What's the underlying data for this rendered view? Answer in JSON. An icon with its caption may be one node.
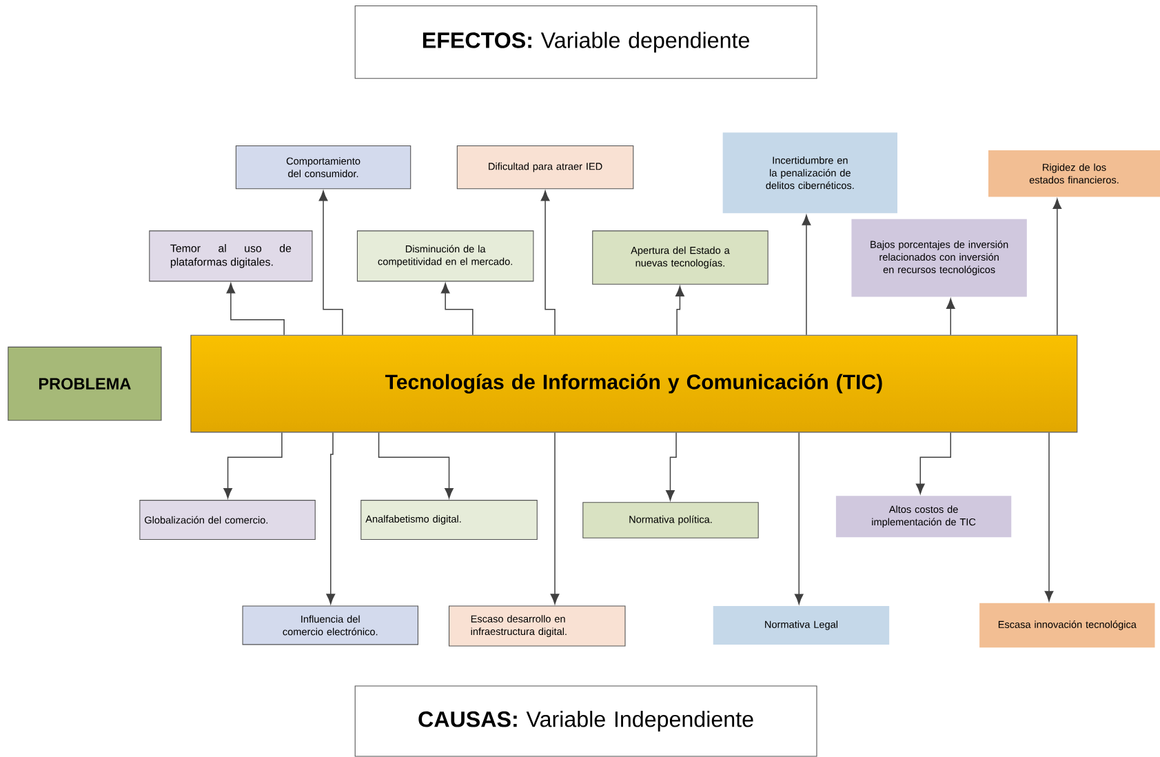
{
  "diagram": {
    "nodes": [
      {
        "text": [
          "**EFECTOS:** Variable dependiente"
        ]
      },
      {
        "text": [
          "Comportamiento del consumidor."
        ]
      },
      {
        "text": [
          "Dificultad para atraer IED"
        ]
      },
      {
        "text": [
          "Incertidumbre en la penalización de delitos cibernéticos."
        ]
      },
      {
        "text": [
          "Rigidez de los estados financieros."
        ]
      },
      {
        "text": [
          "Temor al uso de plataformas digitales."
        ]
      },
      {
        "text": [
          "Disminución de la competitividad en el mercado."
        ]
      },
      {
        "text": [
          "Apertura del Estado a nuevas tecnologías."
        ]
      },
      {
        "text": [
          "Bajos porcentajes de inversión relacionados con inversión en recursos tecnológicos"
        ]
      },
      {
        "text": [
          "PROBLEMA"
        ]
      },
      {
        "text": [
          "Tecnologías de Información y Comunicación (TIC)"
        ]
      },
      {
        "text": [
          "Globalización del comercio."
        ]
      },
      {
        "text": [
          "Analfabetismo digital."
        ]
      },
      {
        "text": [
          "Normativa política."
        ]
      },
      {
        "text": [
          "Altos costos de implementación de TIC"
        ]
      },
      {
        "text": [
          "Influencia del comercio electrónico."
        ]
      },
      {
        "text": [
          "Escaso desarrollo en infraestructura digital."
        ]
      },
      {
        "text": [
          "Normativa Legal"
        ]
      },
      {
        "text": [
          "Escasa innovación tecnológica"
        ]
      },
      {
        "text": [
          "**CAUSAS:** Variable Independiente"
        ]
      }
    ],
    "edges": [
      {
        "from": 10,
        "to": 5,
        "arrow": "to"
      },
      {
        "from": 10,
        "to": 1,
        "arrow": "to"
      },
      {
        "from": 10,
        "to": 6,
        "arrow": "to"
      },
      {
        "from": 10,
        "to": 2,
        "arrow": "to"
      },
      {
        "from": 10,
        "to": 7,
        "arrow": "to"
      },
      {
        "from": 10,
        "to": 3,
        "arrow": "to"
      },
      {
        "from": 10,
        "to": 8,
        "arrow": "to"
      },
      {
        "from": 10,
        "to": 4,
        "arrow": "to"
      },
      {
        "from": 10,
        "to": 11,
        "arrow": "to"
      },
      {
        "from": 10,
        "to": 15,
        "arrow": "to"
      },
      {
        "from": 10,
        "to": 12,
        "arrow": "to"
      },
      {
        "from": 10,
        "to": 16,
        "arrow": "to"
      },
      {
        "from": 10,
        "to": 13,
        "arrow": "to"
      },
      {
        "from": 10,
        "to": 17,
        "arrow": "to"
      },
      {
        "from": 10,
        "to": 14,
        "arrow": "to"
      },
      {
        "from": 10,
        "to": 18,
        "arrow": "to"
      }
    ]
  }
}
